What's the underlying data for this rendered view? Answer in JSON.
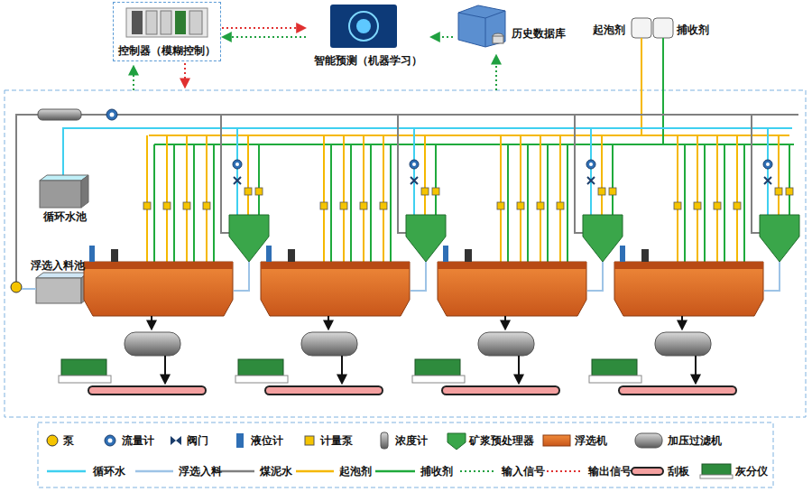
{
  "diagram": {
    "nodes": [
      {
        "text": [
          "控制器（模糊控制）"
        ]
      },
      {
        "text": [
          "智能预测（机器学习）"
        ]
      },
      {
        "text": [
          "历史数据库"
        ]
      },
      {
        "text": [
          "起泡剂"
        ]
      },
      {
        "text": [
          "捕收剂"
        ]
      },
      {
        "text": [
          "循环水池"
        ]
      },
      {
        "text": [
          "浮选入料池"
        ]
      }
    ],
    "edges": [
      {
        "from": 0,
        "to": 1,
        "arrow": "to"
      },
      {
        "from": 1,
        "to": 0,
        "arrow": "to"
      },
      {
        "from": 2,
        "to": 1,
        "arrow": "to"
      }
    ],
    "legend": [
      {
        "text": "泵"
      },
      {
        "text": "流量计"
      },
      {
        "text": "阀门"
      },
      {
        "text": "液位计"
      },
      {
        "text": "计量泵"
      },
      {
        "text": "浓度计"
      },
      {
        "text": "矿浆预处理器"
      },
      {
        "text": "浮选机"
      },
      {
        "text": "加压过滤机"
      },
      {
        "text": "循环水"
      },
      {
        "text": "浮选入料"
      },
      {
        "text": "煤泥水"
      },
      {
        "text": "起泡剂"
      },
      {
        "text": "捕收剂"
      },
      {
        "text": "输入信号"
      },
      {
        "text": "输出信号"
      },
      {
        "text": "刮板"
      },
      {
        "text": "灰分仪"
      }
    ]
  }
}
